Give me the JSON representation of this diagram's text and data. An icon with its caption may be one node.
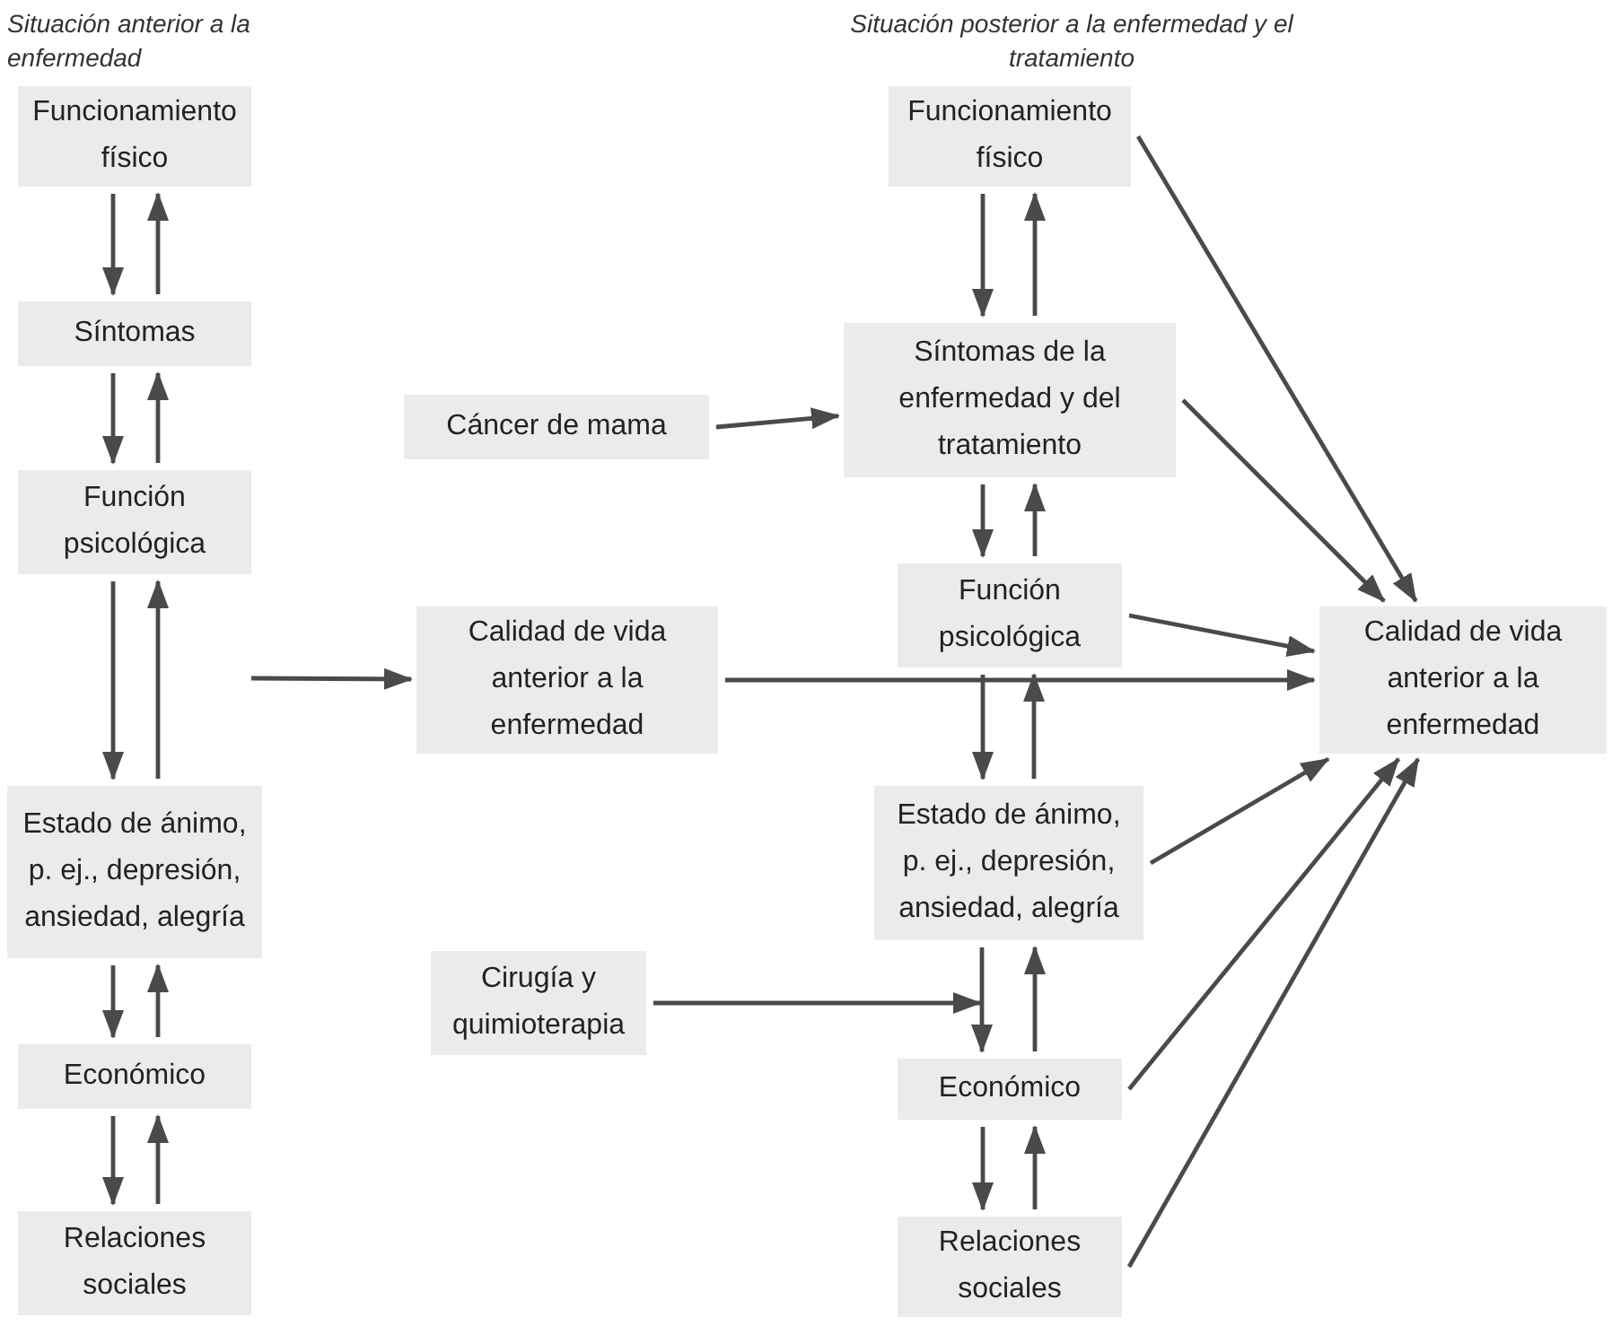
{
  "diagram": {
    "nodes": [
      {
        "text": [
          "Funcionamiento físico"
        ]
      },
      {
        "text": [
          "Síntomas"
        ]
      },
      {
        "text": [
          "Función psicológica"
        ]
      },
      {
        "text": [
          "Estado de ánimo, p. ej., depresión, ansiedad, alegría"
        ]
      },
      {
        "text": [
          "Económico"
        ]
      },
      {
        "text": [
          "Relaciones sociales"
        ]
      },
      {
        "text": [
          "Cáncer de mama"
        ]
      },
      {
        "text": [
          "Calidad de vida anterior a la enfermedad"
        ]
      },
      {
        "text": [
          "Cirugía y quimioterapia"
        ]
      },
      {
        "text": [
          "Funcionamiento físico"
        ]
      },
      {
        "text": [
          "Síntomas de la enfermedad y del tratamiento"
        ]
      },
      {
        "text": [
          "Función psicológica"
        ]
      },
      {
        "text": [
          "Estado de ánimo, p. ej., depresión, ansiedad, alegría"
        ]
      },
      {
        "text": [
          "Económico"
        ]
      },
      {
        "text": [
          "Relaciones sociales"
        ]
      },
      {
        "text": [
          "Calidad de vida anterior a la enfermedad"
        ]
      }
    ],
    "edges": [
      {
        "from": 0,
        "to": 1,
        "arrow": "to"
      },
      {
        "from": 1,
        "to": 0,
        "arrow": "to"
      },
      {
        "from": 1,
        "to": 2,
        "arrow": "to"
      },
      {
        "from": 2,
        "to": 1,
        "arrow": "to"
      },
      {
        "from": 2,
        "to": 3,
        "arrow": "to"
      },
      {
        "from": 3,
        "to": 2,
        "arrow": "to"
      },
      {
        "from": 3,
        "to": 4,
        "arrow": "to"
      },
      {
        "from": 4,
        "to": 3,
        "arrow": "to"
      },
      {
        "from": 4,
        "to": 5,
        "arrow": "to"
      },
      {
        "from": 5,
        "to": 4,
        "arrow": "to"
      },
      {
        "from": null,
        "to": 7,
        "arrow": "to"
      },
      {
        "from": 6,
        "to": 10,
        "arrow": "to"
      },
      {
        "from": 7,
        "to": 15,
        "arrow": "to"
      },
      {
        "from": 8,
        "to": null,
        "arrow": "to"
      },
      {
        "from": 9,
        "to": 10,
        "arrow": "to"
      },
      {
        "from": 10,
        "to": 9,
        "arrow": "to"
      },
      {
        "from": 10,
        "to": 11,
        "arrow": "to"
      },
      {
        "from": 11,
        "to": 10,
        "arrow": "to"
      },
      {
        "from": 11,
        "to": 12,
        "arrow": "to"
      },
      {
        "from": 12,
        "to": 11,
        "arrow": "to"
      },
      {
        "from": 12,
        "to": 13,
        "arrow": "to"
      },
      {
        "from": 13,
        "to": 12,
        "arrow": "to"
      },
      {
        "from": 13,
        "to": 14,
        "arrow": "to"
      },
      {
        "from": 14,
        "to": 13,
        "arrow": "to"
      },
      {
        "from": 9,
        "to": 15,
        "arrow": "to"
      },
      {
        "from": 10,
        "to": 15,
        "arrow": "to"
      },
      {
        "from": 11,
        "to": 15,
        "arrow": "to"
      },
      {
        "from": 12,
        "to": 15,
        "arrow": "to"
      },
      {
        "from": 13,
        "to": 15,
        "arrow": "to"
      },
      {
        "from": 14,
        "to": 15,
        "arrow": "to"
      }
    ],
    "labels": [
      "Situación anterior a la enfermedad",
      "Situación posterior a la enfermedad y el tratamiento"
    ]
  }
}
